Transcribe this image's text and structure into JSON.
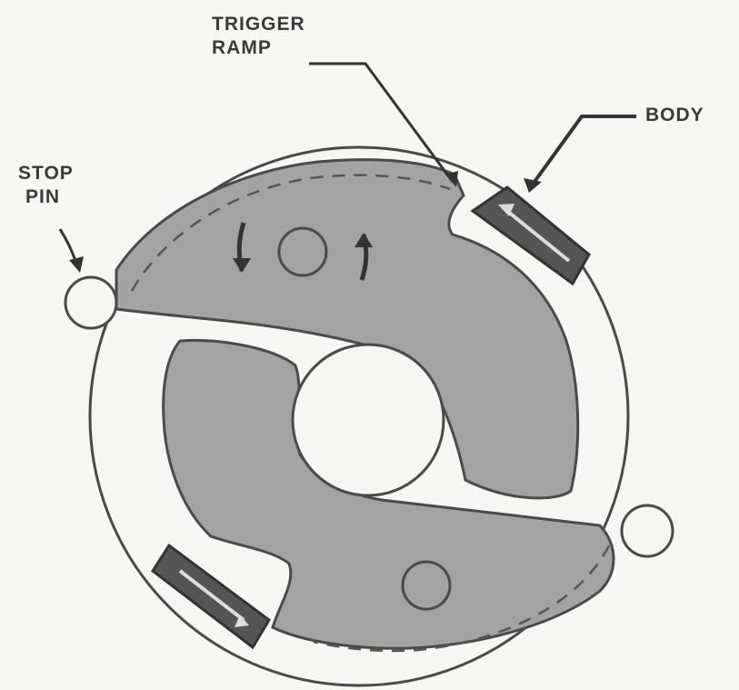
{
  "labels": {
    "trigger_ramp": [
      "TRIGGER",
      "RAMP"
    ],
    "body": "BODY",
    "stop_pin": [
      "STOP",
      "PIN"
    ]
  },
  "colors": {
    "background": "#f6f6f4",
    "shoe_fill": "#a3a3a3",
    "outline": "#4a4a4a",
    "body_fill": "#555555"
  }
}
